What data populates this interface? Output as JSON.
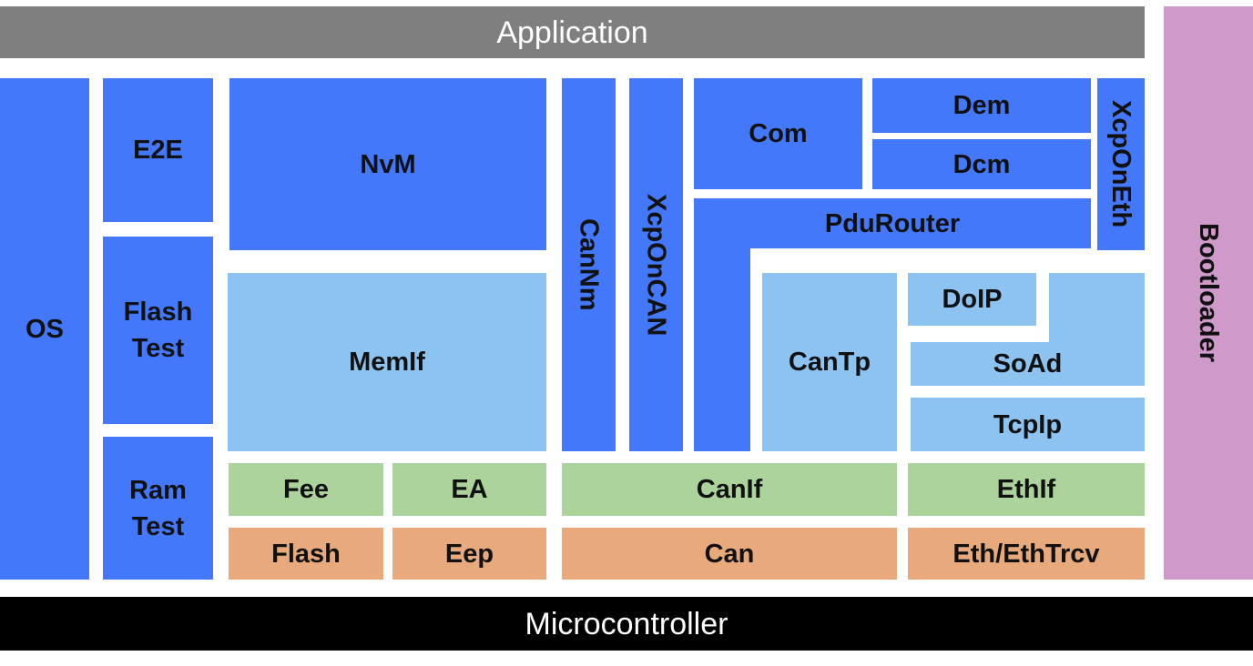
{
  "top": "Application",
  "bottom": "Microcontroller",
  "side": "Bootloader",
  "modules": {
    "os": "OS",
    "e2e": "E2E",
    "flash_test": "Flash\nTest",
    "ram_test": "Ram\nTest",
    "nvm": "NvM",
    "memif": "MemIf",
    "fee": "Fee",
    "ea": "EA",
    "flash": "Flash",
    "eep": "Eep",
    "cannm": "CanNm",
    "xcp_on_can": "XcpOnCAN",
    "com": "Com",
    "dem": "Dem",
    "dcm": "Dcm",
    "xcp_on_eth": "XcpOnEth",
    "pdu_router": "PduRouter",
    "cantp": "CanTp",
    "doip": "DoIP",
    "soad": "SoAd",
    "tcpip": "TcpIp",
    "canif": "CanIf",
    "ethif": "EthIf",
    "can": "Can",
    "eth_trcv": "Eth/EthTrcv"
  },
  "colors": {
    "service": "#4378fa",
    "abstraction": "#8dc3f1",
    "interface": "#acd39c",
    "driver": "#e8aa7c",
    "application": "#7f7f7f",
    "microcontroller": "#000000",
    "bootloader": "#cf99c9"
  }
}
